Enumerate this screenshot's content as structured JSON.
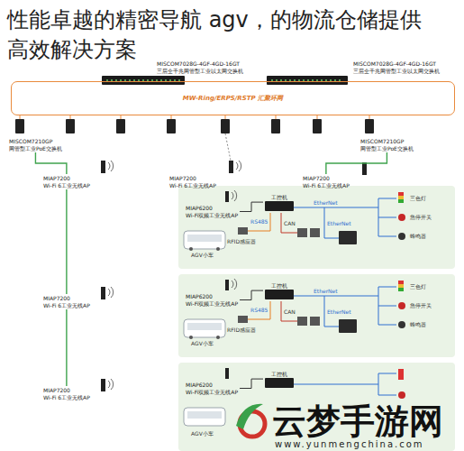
{
  "diagram": {
    "title": "性能卓越的精密导航 agv，的物流仓储提供 高效解决方案",
    "nodes": [
      {
        "text": [
          "MW-Ring/ERPS/RSTP 汇聚环网"
        ]
      },
      {
        "text": [
          "MISCOM7028G-4GF-4GD-16GT",
          "三层全千兆网管型工业以太网交换机"
        ]
      },
      {
        "text": [
          "MISCOM7028G-4GF-4GD-16GT",
          "三层全千兆网管型工业以太网交换机"
        ]
      },
      {
        "text": [
          "MISCOM7210GP",
          "网管型工业PoE交换机"
        ]
      },
      {
        "text": [
          "MISCOM7210GP",
          "网管型工业PoE交换机"
        ]
      },
      {
        "text": [
          "MIAP7200",
          "Wi-Fi 6工业无线AP"
        ]
      },
      {
        "text": [
          "MIAP7200",
          "Wi-Fi 6工业无线AP"
        ]
      },
      {
        "text": [
          "MIAP7200",
          "Wi-Fi 6工业无线AP"
        ]
      },
      {
        "text": [
          "MIAP7200",
          "Wi-Fi 6工业无线AP"
        ]
      },
      {
        "text": [
          "MIAP7200",
          "Wi-Fi 6工业无线AP"
        ]
      },
      {
        "text": [
          "MIAP6200",
          "Wi-Fi双频工业无线AP"
        ]
      },
      {
        "text": [
          "MIAP6200",
          "Wi-Fi双频工业无线AP"
        ]
      },
      {
        "text": [
          "MIAP6200",
          "Wi-Fi双频工业无线AP"
        ]
      },
      {
        "text": [
          "工控机"
        ]
      },
      {
        "text": [
          "工控机"
        ]
      },
      {
        "text": [
          "工控机"
        ]
      }
    ],
    "edges": [
      {
        "from": 3,
        "to": 5,
        "arrow": "none"
      },
      {
        "from": 5,
        "to": 8,
        "arrow": "none"
      },
      {
        "from": 8,
        "to": 9,
        "arrow": "none"
      },
      {
        "from": 4,
        "to": 7,
        "arrow": "none"
      },
      {
        "from": 10,
        "to": 13,
        "arrow": "none"
      },
      {
        "from": 11,
        "to": 14,
        "arrow": "none"
      },
      {
        "from": 12,
        "to": 15,
        "arrow": "none"
      }
    ],
    "labels": [
      "RS485",
      "EtherNet",
      "CAN",
      "RFID感应器",
      "EtherNet",
      "三色灯",
      "急停开关",
      "蜂鸣器",
      "AGV小车",
      "RS485",
      "EtherNet",
      "CAN",
      "RFID感应器",
      "EtherNet",
      "三色灯",
      "急停开关",
      "蜂鸣器",
      "AGV小车",
      "AGV小车",
      "云梦手游网",
      "www.yunmengchina.com"
    ]
  }
}
